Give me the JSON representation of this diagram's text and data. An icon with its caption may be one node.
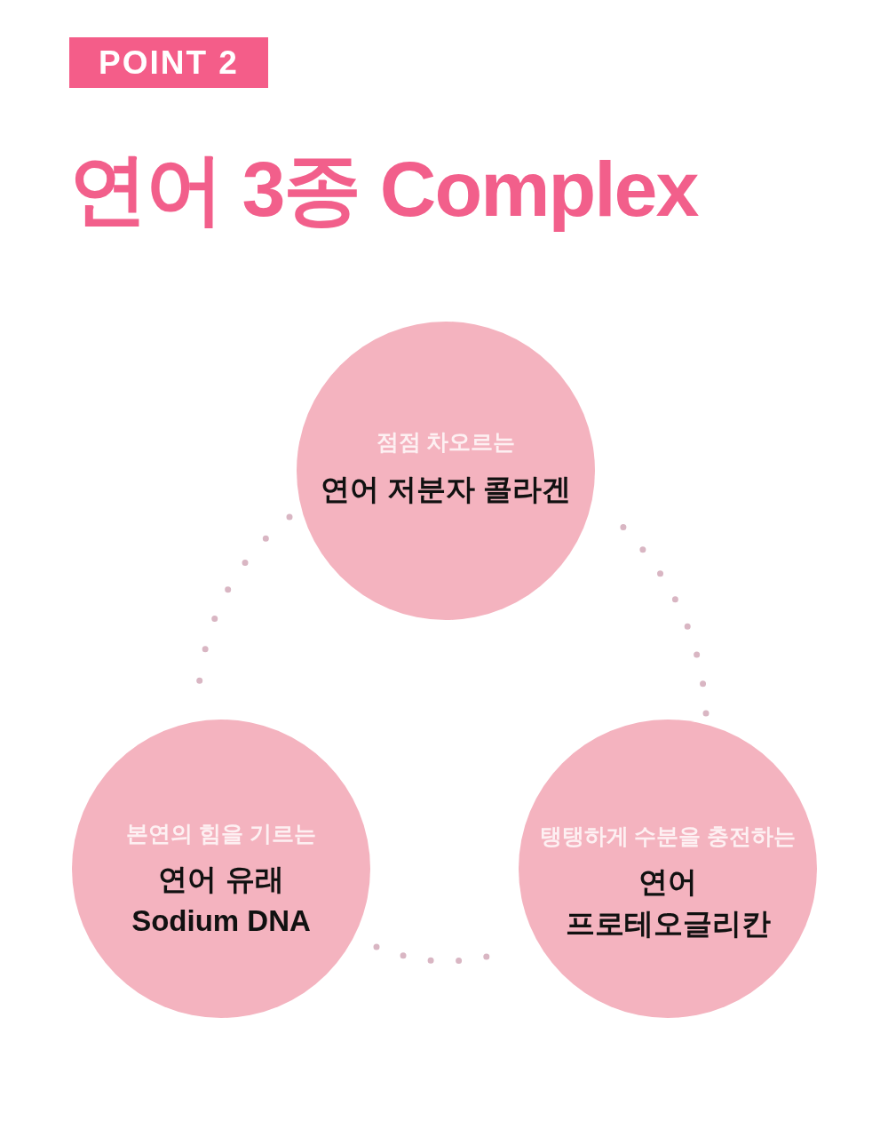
{
  "diagram": {
    "title": "연어 3종 Complex",
    "nodes": [
      {
        "text": [
          "POINT 2"
        ]
      },
      {
        "text": [
          "점점 차오르는",
          "연어 저분자 콜라겐"
        ]
      },
      {
        "text": [
          "본연의 힘을 기르는",
          "연어 유래 Sodium DNA"
        ]
      },
      {
        "text": [
          "탱탱하게 수분을 충전하는",
          "연어 프로테오글리칸"
        ]
      }
    ],
    "edges": [
      {
        "from": 1,
        "to": 2,
        "arrow": "none",
        "style": "dashed"
      },
      {
        "from": 2,
        "to": 3,
        "arrow": "none",
        "style": "dashed"
      },
      {
        "from": 3,
        "to": 1,
        "arrow": "none",
        "style": "dashed"
      }
    ]
  }
}
